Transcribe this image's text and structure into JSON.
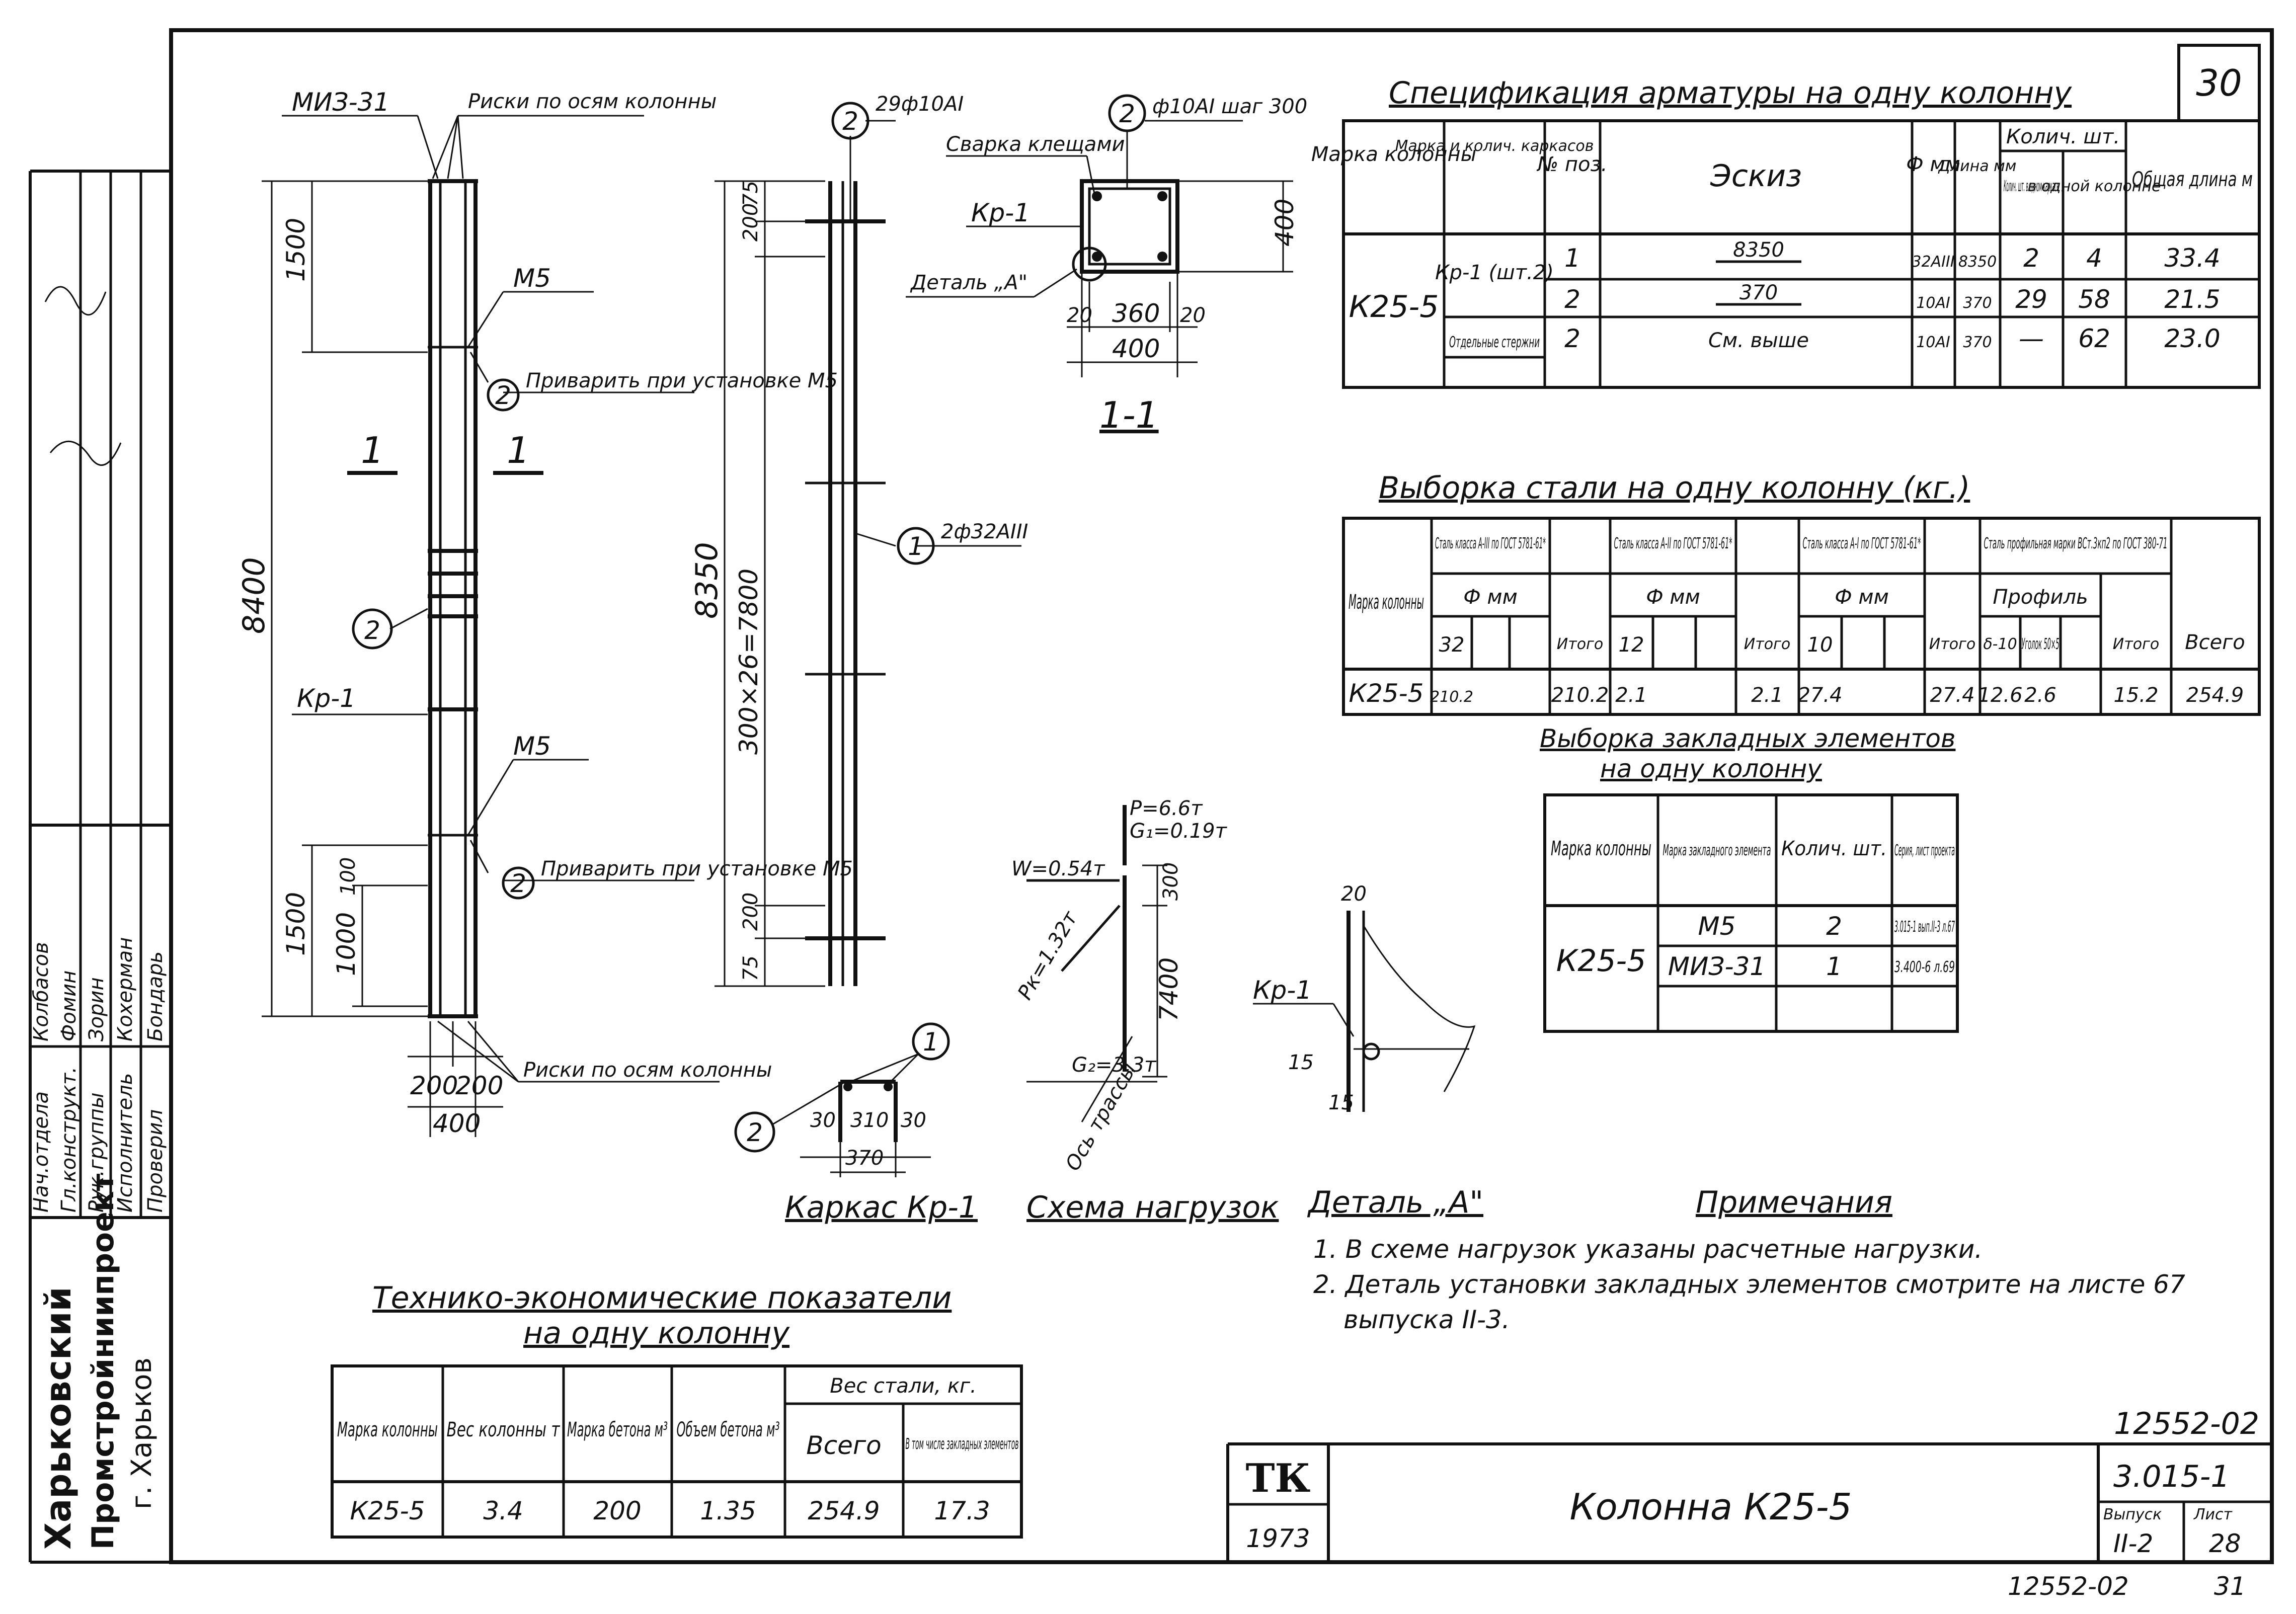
{
  "sheet": {
    "page_no": "30",
    "code_top": "12552-02",
    "series": "3.015-1",
    "title": "Колонна К25-5",
    "year": "1973",
    "logo": "ТК",
    "issue_label": "Выпуск",
    "issue": "II-2",
    "sheet_label": "Лист",
    "sheet_no": "28",
    "bottom_code": "12552-02",
    "bottom_no": "31"
  },
  "stamp": {
    "org_line1": "Харьковский",
    "org_line2": "Промстройниипроект",
    "org_line3": "г. Харьков",
    "rows": [
      {
        "role": "Нач.отдела",
        "name": "Колбасов"
      },
      {
        "role": "Гл.конструкт.",
        "name": "Фомин"
      },
      {
        "role": "Рук.группы",
        "name": "Зорин"
      },
      {
        "role": "Исполнитель",
        "name": "Кохерман"
      },
      {
        "role": "Проверил",
        "name": "Бондарь"
      }
    ]
  },
  "column_elev": {
    "tag_miz": "МИЗ-31",
    "tag_axes_top": "Риски по осям колонны",
    "tag_m5a": "М5",
    "tag_m5b": "М5",
    "weld_note": "Приварить при установке М5",
    "weld_note2": "Приварить при установке М5",
    "tag_kp": "Кр-1",
    "tag_axes_bot": "Риски по осям колонны",
    "section_mark": "1",
    "dim_total": "8400",
    "dim_top": "1500",
    "dim_bot": "1500",
    "dim_1000": "1000",
    "dim_100": "100",
    "dim_w1": "200",
    "dim_w2": "200",
    "dim_w": "400",
    "pos2": "2"
  },
  "cage": {
    "pos1_label": "2ф32АIII",
    "pos2_label": "29ф10АI",
    "dim_total": "8350",
    "dim_mid": "300×26=7800",
    "dim_top1": "200",
    "dim_top2": "75",
    "dim_bot1": "200",
    "dim_bot2": "75",
    "title": "Каркас Кр-1",
    "dim_b1": "30",
    "dim_b2": "310",
    "dim_b3": "30",
    "dim_b": "370",
    "p1": "1",
    "p2": "2"
  },
  "section": {
    "title": "1-1",
    "tag_stir": "ф10АI шаг 300",
    "tag_weld": "Сварка клещами",
    "tag_kp": "Кр-1",
    "tag_detail": "Деталь „А\"",
    "dim_h": "400",
    "dim_b": "400",
    "dim_in": "360",
    "dim_c1": "20",
    "dim_c2": "20",
    "p2": "2"
  },
  "loads": {
    "title": "Схема нагрузок",
    "P": "Р=6.6т",
    "G1": "G₁=0.19т",
    "W": "W=0.54т",
    "Pk": "Рк=1.32т",
    "G2": "G₂=3.3т",
    "d300": "300",
    "d7400": "7400",
    "axis": "Ось трассы"
  },
  "detailA": {
    "title": "Деталь „А\"",
    "kp": "Кр-1",
    "d20": "20",
    "d15a": "15",
    "d15b": "15"
  },
  "spec": {
    "title": "Спецификация арматуры на одну колонну",
    "headers": [
      "Марка колонны",
      "Марка и колич. каркасов",
      "№ поз.",
      "Эскиз",
      "Ф мм",
      "Длина мм",
      "Колич. шт. в одном каркасе",
      "в одной колонне",
      "Общая длина м"
    ],
    "head_qty": "Колич. шт.",
    "mark": "К25-5",
    "cage": "Кр-1 (шт.2)",
    "separate": "Отдельные стержни",
    "rows": [
      {
        "pos": "1",
        "sketch": "8350",
        "dia": "32АIII",
        "len": "8350",
        "q1": "2",
        "q2": "4",
        "total": "33.4"
      },
      {
        "pos": "2",
        "sketch": "370",
        "dia": "10АI",
        "len": "370",
        "q1": "29",
        "q2": "58",
        "total": "21.5"
      },
      {
        "pos": "2",
        "sketch": "См. выше",
        "dia": "10АI",
        "len": "370",
        "q1": "—",
        "q2": "62",
        "total": "23.0"
      }
    ]
  },
  "steel": {
    "title": "Выборка стали на одну колонну (кг.)",
    "h_mark": "Марка колонны",
    "h_a3": "Сталь класса А-III по ГОСТ 5781-61*",
    "h_a2": "Сталь класса А-II по ГОСТ 5781-61*",
    "h_a1": "Сталь класса А-I по ГОСТ 5781-61*",
    "h_prof": "Сталь профильная марки ВСт.3кп2 по ГОСТ 380-71",
    "h_dia": "Ф мм",
    "h_profile": "Профиль",
    "h_itogo": "Итого",
    "h_vsego": "Всего",
    "sub": [
      "32",
      "12",
      "10",
      "δ-10",
      "Уголок 50×5"
    ],
    "row": {
      "mark": "К25-5",
      "a3": "210.2",
      "a3t": "210.2",
      "a2": "2.1",
      "a2t": "2.1",
      "a1": "27.4",
      "a1t": "27.4",
      "p1": "12.6",
      "p2": "2.6",
      "pt": "15.2",
      "total": "254.9"
    }
  },
  "embed": {
    "title1": "Выборка закладных элементов",
    "title2": "на одну колонну",
    "headers": [
      "Марка колонны",
      "Марка закладного элемента",
      "Колич. шт.",
      "Серия, лист проекта"
    ],
    "mark": "К25-5",
    "rows": [
      {
        "el": "М5",
        "qty": "2",
        "ref": "3.015-1 вып.II-3 л.67"
      },
      {
        "el": "МИЗ-31",
        "qty": "1",
        "ref": "3.400-6 л.69"
      }
    ]
  },
  "tep": {
    "title1": "Технико-экономические показатели",
    "title2": "на одну колонну",
    "headers": [
      "Марка колонны",
      "Вес колонны т",
      "Марка бетона м³",
      "Объем бетона м³",
      "Вес стали, кг.",
      "Всего",
      "В том числе закладных элементов"
    ],
    "row": {
      "mark": "К25-5",
      "weight": "3.4",
      "concrete": "200",
      "volume": "1.35",
      "steel": "254.9",
      "embedded": "17.3"
    }
  },
  "notes": {
    "title": "Примечания",
    "items": [
      "1. В схеме нагрузок указаны расчетные нагрузки.",
      "2. Деталь установки закладных элементов смотрите на листе 67",
      "выпуска II-3."
    ]
  }
}
